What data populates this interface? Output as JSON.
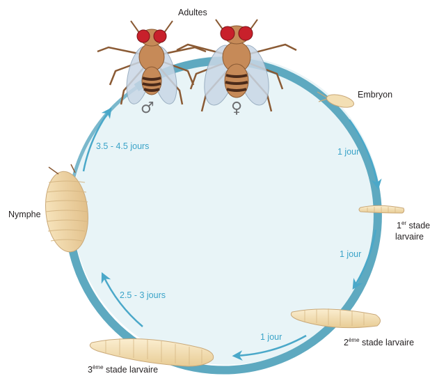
{
  "labels": {
    "adults": "Adultes",
    "embryo": "Embryon",
    "first_stage_prefix": "1",
    "first_stage_sup": "er",
    "first_stage_line1": " stade",
    "first_stage_line2": "larvaire",
    "second_stage_prefix": "2",
    "second_stage_sup": "ème",
    "second_stage_rest": " stade larvaire",
    "third_stage_prefix": "3",
    "third_stage_sup": "ème",
    "third_stage_rest": " stade larvaire",
    "pupa": "Nymphe",
    "male_symbol": "♂",
    "female_symbol": "♀"
  },
  "durations": {
    "embryo_to_l1": "1 jour",
    "l1_to_l2": "1 jour",
    "l2_to_l3": "1 jour",
    "l3_to_pupa": "2.5 - 3 jours",
    "pupa_to_adult": "3.5 - 4.5 jours"
  },
  "colors": {
    "ring": "#5ea9c0",
    "ring_fill": "#e8f4f7",
    "arrow": "#4aa8c9",
    "duration_text": "#3aa3c8",
    "larva": "#f3dfb4",
    "larva_stroke": "#c9a878",
    "fly_body": "#c68a58",
    "fly_eye": "#c8202b",
    "wing": "#c9d7e6"
  }
}
